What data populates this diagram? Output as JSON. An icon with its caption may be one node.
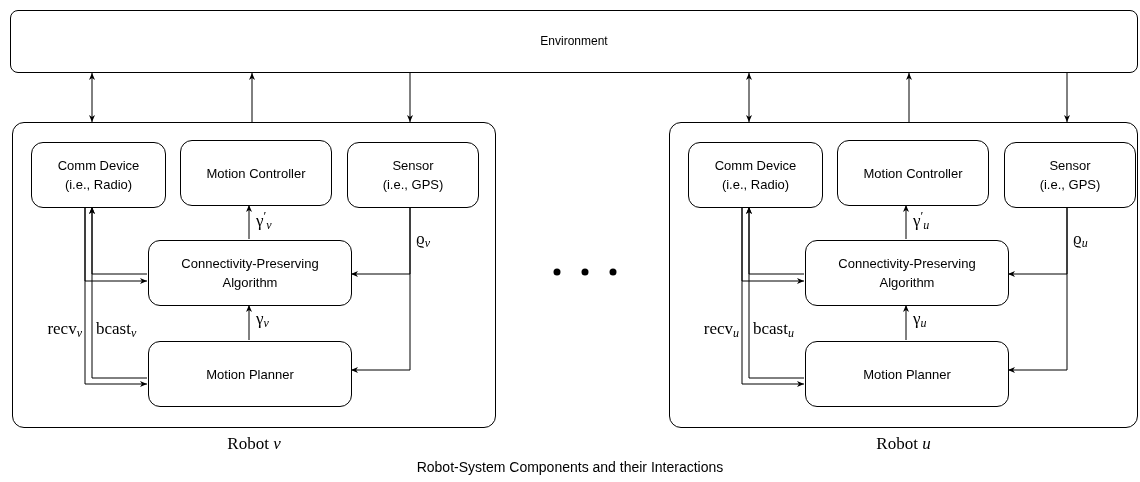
{
  "diagram": {
    "caption": "Robot-System Components and their Interactions",
    "nodes": [
      {
        "text": [
          "Environment"
        ]
      },
      {
        "text": [
          "Robot *v*"
        ]
      },
      {
        "text": [
          "Comm Device (i.e., Radio)"
        ],
        "in": 1
      },
      {
        "text": [
          "Motion Controller"
        ],
        "in": 1
      },
      {
        "text": [
          "Sensor (i.e., GPS)"
        ],
        "in": 1
      },
      {
        "text": [
          "Connectivity-Preserving Algorithm"
        ],
        "in": 1
      },
      {
        "text": [
          "Motion Planner"
        ],
        "in": 1
      },
      {
        "text": [
          "Robot *u*"
        ]
      },
      {
        "text": [
          "Comm Device (i.e., Radio)"
        ],
        "in": 7
      },
      {
        "text": [
          "Motion Controller"
        ],
        "in": 7
      },
      {
        "text": [
          "Sensor (i.e., GPS)"
        ],
        "in": 7
      },
      {
        "text": [
          "Connectivity-Preserving Algorithm"
        ],
        "in": 7
      },
      {
        "text": [
          "Motion Planner"
        ],
        "in": 7
      }
    ],
    "edges": [
      {
        "from": 0,
        "to": 1,
        "arrow": "both"
      },
      {
        "from": 1,
        "to": 0,
        "arrow": "to"
      },
      {
        "from": 0,
        "to": 1,
        "arrow": "to"
      },
      {
        "from": 2,
        "to": 5,
        "arrow": "to"
      },
      {
        "from": 2,
        "to": 6,
        "arrow": "to",
        "label": "recv$_{v}$"
      },
      {
        "from": 5,
        "to": 2,
        "arrow": "to"
      },
      {
        "from": 6,
        "to": 2,
        "arrow": "to",
        "label": "bcast$_{v}$"
      },
      {
        "from": 5,
        "to": 3,
        "arrow": "to",
        "label": "γ$^{′}$$_{v}$"
      },
      {
        "from": 6,
        "to": 5,
        "arrow": "to",
        "label": "γ$_{v}$"
      },
      {
        "from": 4,
        "to": 5,
        "arrow": "to",
        "label": "ϱ$_{v}$"
      },
      {
        "from": 4,
        "to": 6,
        "arrow": "to"
      },
      {
        "from": 0,
        "to": 7,
        "arrow": "both"
      },
      {
        "from": 7,
        "to": 0,
        "arrow": "to"
      },
      {
        "from": 0,
        "to": 7,
        "arrow": "to"
      },
      {
        "from": 8,
        "to": 11,
        "arrow": "to"
      },
      {
        "from": 8,
        "to": 12,
        "arrow": "to",
        "label": "recv$_{u}$"
      },
      {
        "from": 11,
        "to": 8,
        "arrow": "to"
      },
      {
        "from": 12,
        "to": 8,
        "arrow": "to",
        "label": "bcast$_{u}$"
      },
      {
        "from": 11,
        "to": 9,
        "arrow": "to",
        "label": "γ$^{′}$$_{u}$"
      },
      {
        "from": 12,
        "to": 11,
        "arrow": "to",
        "label": "γ$_{u}$"
      },
      {
        "from": 10,
        "to": 11,
        "arrow": "to",
        "label": "ϱ$_{u}$"
      },
      {
        "from": 10,
        "to": 12,
        "arrow": "to"
      }
    ]
  }
}
